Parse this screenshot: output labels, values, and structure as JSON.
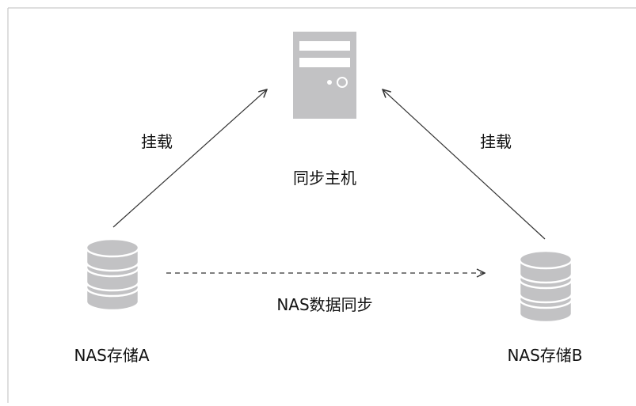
{
  "diagram": {
    "host_label": "同步主机",
    "mount_left_label": "挂载",
    "mount_right_label": "挂载",
    "nas_a_label": "NAS存储A",
    "nas_b_label": "NAS存储B",
    "sync_label": "NAS数据同步"
  },
  "colors": {
    "icon_gray": "#c2c2c4",
    "line": "#333333",
    "frame_border": "#bdbdbd"
  }
}
